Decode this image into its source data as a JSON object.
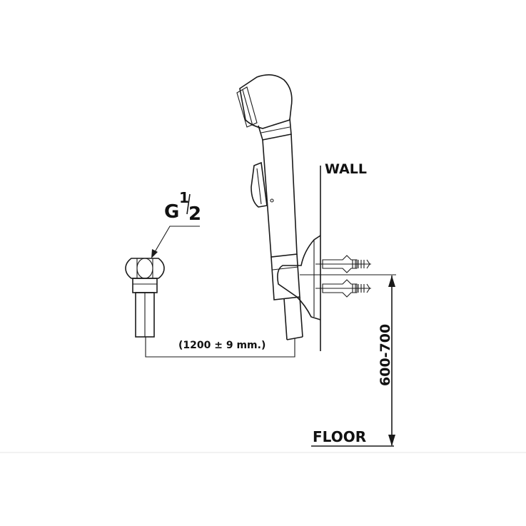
{
  "labels": {
    "wall": "WALL",
    "floor": "FLOOR",
    "height": "600-700",
    "hose_length": "(1200 ± 9 mm.)",
    "thread_prefix": "G",
    "thread_numerator": "1",
    "thread_denominator": "2"
  },
  "colors": {
    "line": "#1a1a1a",
    "background": "#ffffff",
    "divider": "#e6e6e6"
  }
}
